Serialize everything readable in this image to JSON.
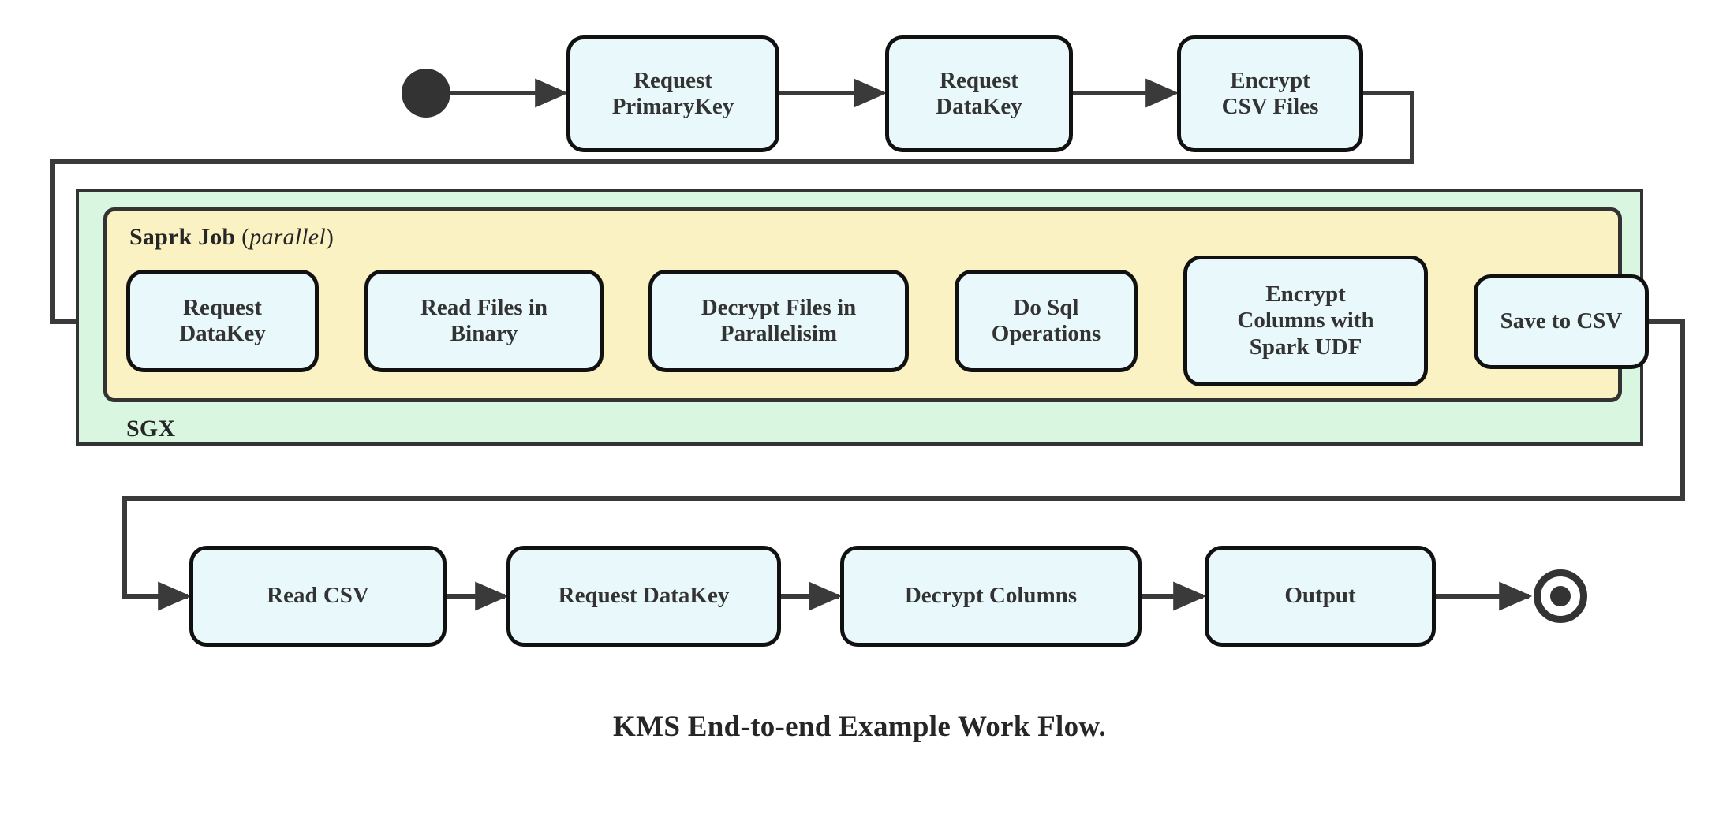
{
  "diagram": {
    "title": "KMS End-to-end Example Work Flow.",
    "type": "uml-activity-flowchart",
    "colors": {
      "node_fill": "#e9f8fb",
      "node_stroke": "#111111",
      "sgx_fill": "#d9f6e1",
      "spark_fill": "#fbf2c4",
      "container_stroke": "#333333",
      "edge": "#3a3a3a",
      "text": "#333333",
      "background": "#ffffff"
    },
    "start_marker": "filled-circle",
    "end_marker": "bullseye-circle"
  },
  "containers": {
    "sgx": {
      "label": "SGX"
    },
    "spark": {
      "label_main": "Saprk Job",
      "label_paren_open": "(",
      "label_modifier": "parallel",
      "label_paren_close": ")"
    }
  },
  "rows": {
    "top": {
      "name": "request-and-encrypt-row",
      "nodes": [
        {
          "id": "request-primarykey",
          "lines": [
            "Request",
            "PrimaryKey"
          ]
        },
        {
          "id": "request-datakey-top",
          "lines": [
            "Request",
            "DataKey"
          ]
        },
        {
          "id": "encrypt-csv-files",
          "lines": [
            "Encrypt",
            "CSV Files"
          ]
        }
      ]
    },
    "spark": {
      "name": "spark-job-row",
      "nodes": [
        {
          "id": "request-datakey-spark",
          "lines": [
            "Request",
            "DataKey"
          ]
        },
        {
          "id": "read-files-in-binary",
          "lines": [
            "Read Files in",
            "Binary"
          ]
        },
        {
          "id": "decrypt-files-in-parallelisim",
          "lines": [
            "Decrypt Files in",
            "Parallelisim"
          ]
        },
        {
          "id": "do-sql-operations",
          "lines": [
            "Do Sql",
            "Operations"
          ]
        },
        {
          "id": "encrypt-columns-with-spark-udf",
          "lines": [
            "Encrypt",
            "Columns with",
            "Spark UDF"
          ]
        },
        {
          "id": "save-to-csv",
          "lines": [
            "Save to CSV"
          ]
        }
      ]
    },
    "bottom": {
      "name": "read-and-output-row",
      "nodes": [
        {
          "id": "read-csv",
          "lines": [
            "Read CSV"
          ]
        },
        {
          "id": "request-datakey-bottom",
          "lines": [
            "Request DataKey"
          ]
        },
        {
          "id": "decrypt-columns",
          "lines": [
            "Decrypt Columns"
          ]
        },
        {
          "id": "output",
          "lines": [
            "Output"
          ]
        }
      ]
    }
  },
  "flow_edges": [
    {
      "from": "start",
      "to": "request-primarykey"
    },
    {
      "from": "request-primarykey",
      "to": "request-datakey-top"
    },
    {
      "from": "request-datakey-top",
      "to": "encrypt-csv-files"
    },
    {
      "from": "encrypt-csv-files",
      "to": "request-datakey-spark",
      "routing": "wrap-left"
    },
    {
      "from": "request-datakey-spark",
      "to": "read-files-in-binary"
    },
    {
      "from": "read-files-in-binary",
      "to": "decrypt-files-in-parallelisim"
    },
    {
      "from": "decrypt-files-in-parallelisim",
      "to": "do-sql-operations"
    },
    {
      "from": "do-sql-operations",
      "to": "encrypt-columns-with-spark-udf"
    },
    {
      "from": "encrypt-columns-with-spark-udf",
      "to": "save-to-csv"
    },
    {
      "from": "save-to-csv",
      "to": "read-csv",
      "routing": "wrap-right"
    },
    {
      "from": "read-csv",
      "to": "request-datakey-bottom"
    },
    {
      "from": "request-datakey-bottom",
      "to": "decrypt-columns"
    },
    {
      "from": "decrypt-columns",
      "to": "output"
    },
    {
      "from": "output",
      "to": "end"
    }
  ]
}
